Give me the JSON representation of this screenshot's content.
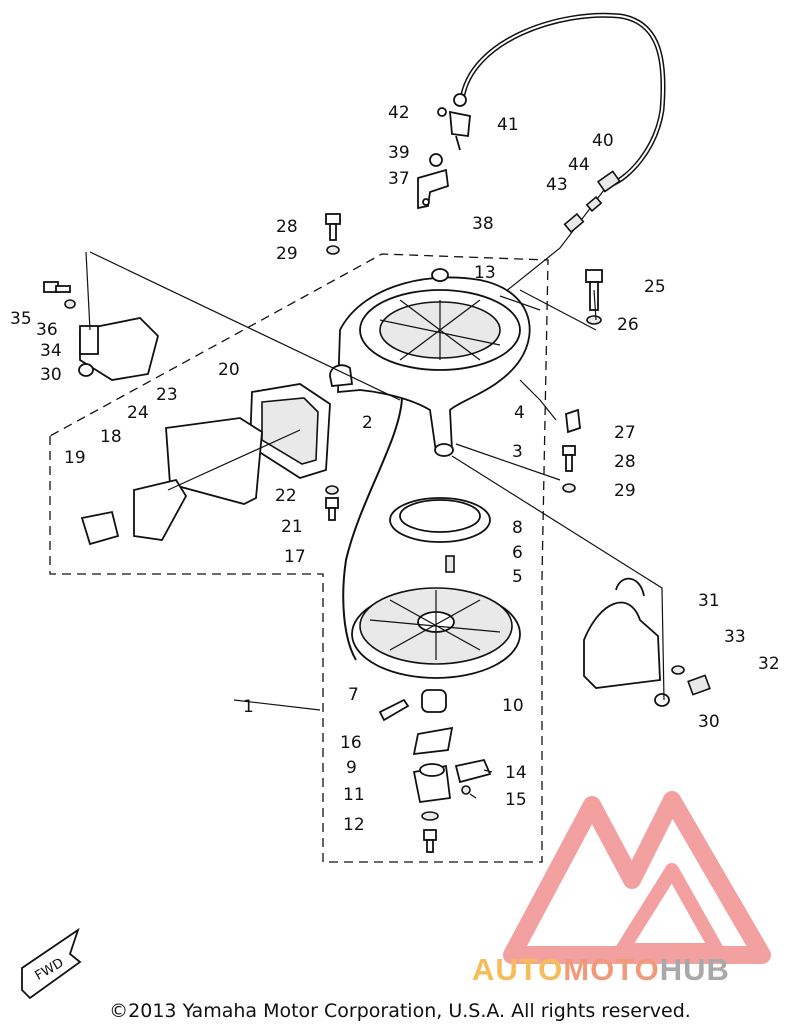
{
  "diagram": {
    "callouts": [
      "1",
      "2",
      "3",
      "4",
      "5",
      "6",
      "7",
      "8",
      "9",
      "10",
      "11",
      "12",
      "13",
      "14",
      "15",
      "16",
      "17",
      "18",
      "19",
      "20",
      "21",
      "22",
      "23",
      "24",
      "25",
      "26",
      "27",
      "28",
      "28",
      "29",
      "29",
      "30",
      "30",
      "31",
      "32",
      "33",
      "34",
      "35",
      "36",
      "37",
      "38",
      "39",
      "40",
      "41",
      "42",
      "43",
      "44"
    ],
    "fwd_label": "FWD",
    "copyright": "©2013 Yamaha Motor Corporation, U.S.A. All rights reserved."
  },
  "watermark": {
    "part1": "AUTO",
    "part2": "MOTO",
    "part3": "HUB",
    "color1": "#f6bc5a",
    "color2": "#f09a7a",
    "color3": "#a9a9a9",
    "logo_color": "#f2a0a0"
  }
}
